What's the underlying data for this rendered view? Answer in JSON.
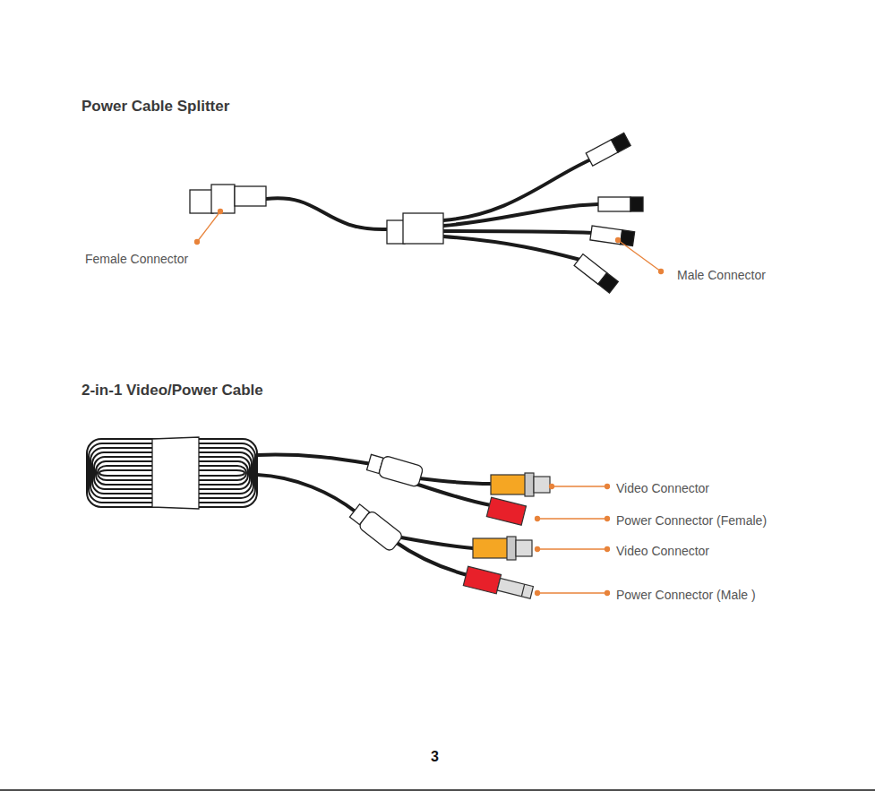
{
  "diagram": {
    "labels": [
      "Power Cable Splitter",
      "Female Connector",
      "Male Connector",
      "2-in-1 Video/Power Cable",
      "Video Connector",
      "Power Connector (Female)",
      "Video Connector",
      "Power Connector (Male )",
      "3"
    ]
  }
}
